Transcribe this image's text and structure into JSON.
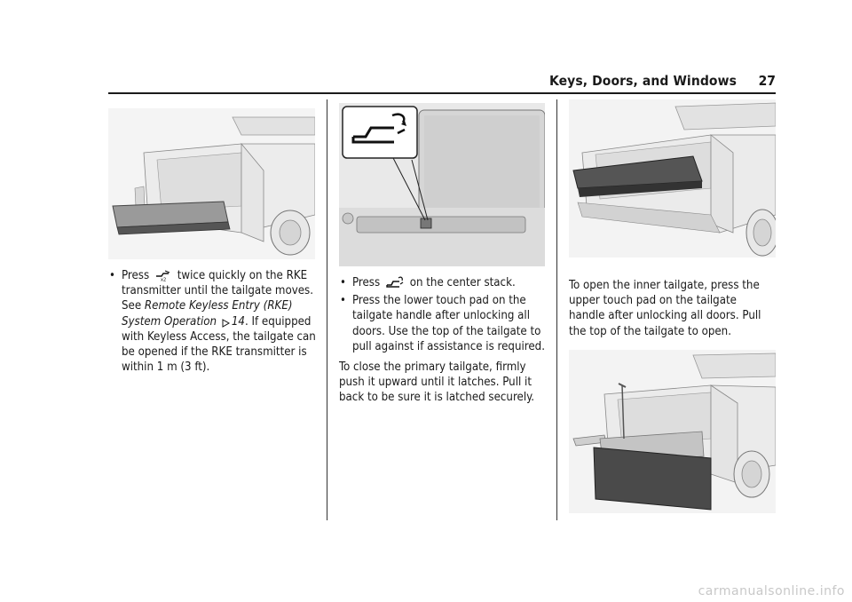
{
  "header": {
    "title": "Keys, Doors, and Windows",
    "page_number": "27"
  },
  "icons": {
    "tailgate_remote": "tailgate-x2-icon",
    "tailgate_button": "tailgate-power-icon",
    "cross_ref": "triangle-ref-icon"
  },
  "left_column": {
    "bullet": {
      "pre": "Press",
      "post": "twice quickly on the RKE transmitter until the tailgate moves. See",
      "link": "Remote Keyless Entry (RKE) System Operation",
      "ref_page": "14",
      "rest": ". If equipped with Keyless Access, the tailgate can be opened if the RKE transmitter is within 1 m (3 ft)."
    }
  },
  "middle_column": {
    "bullet1": {
      "pre": "Press",
      "post": "on the center stack."
    },
    "bullet2": "Press the lower touch pad on the tailgate handle after unlocking all doors. Use the top of the tailgate to pull against if assistance is required.",
    "para": "To close the primary tailgate, firmly push it upward until it latches. Pull it back to be sure it is latched securely."
  },
  "right_column": {
    "para": "To open the inner tailgate, press the upper touch pad on the tailgate handle after unlocking all doors. Pull the top of the tailgate to open."
  },
  "footer": {
    "watermark": "carmanualsonline.info"
  }
}
